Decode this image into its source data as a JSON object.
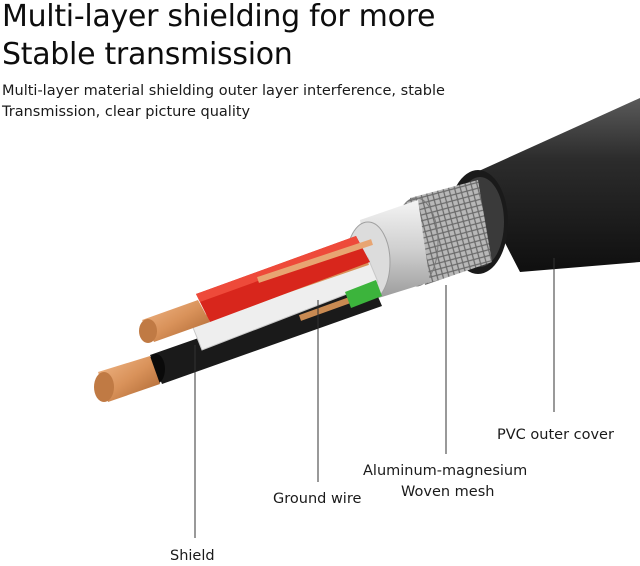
{
  "heading": {
    "line1": "Multi-layer shielding for more",
    "line2": "Stable transmission"
  },
  "subheading": {
    "line1": "Multi-layer material shielding outer layer interference, stable",
    "line2": "Transmission, clear picture quality"
  },
  "callouts": {
    "pvc": "PVC outer cover",
    "mesh_line1": "Aluminum-magnesium",
    "mesh_line2": "Woven mesh",
    "ground": "Ground wire",
    "shield": "Shield"
  },
  "colors": {
    "jacket": "#2a2a2a",
    "foil": "#cfcfcf",
    "mesh": "#8a8a8a",
    "red": "#d8261c",
    "white": "#f2f2f2",
    "green": "#3cb43c",
    "black": "#1a1a1a",
    "copper": "#d9925a"
  }
}
